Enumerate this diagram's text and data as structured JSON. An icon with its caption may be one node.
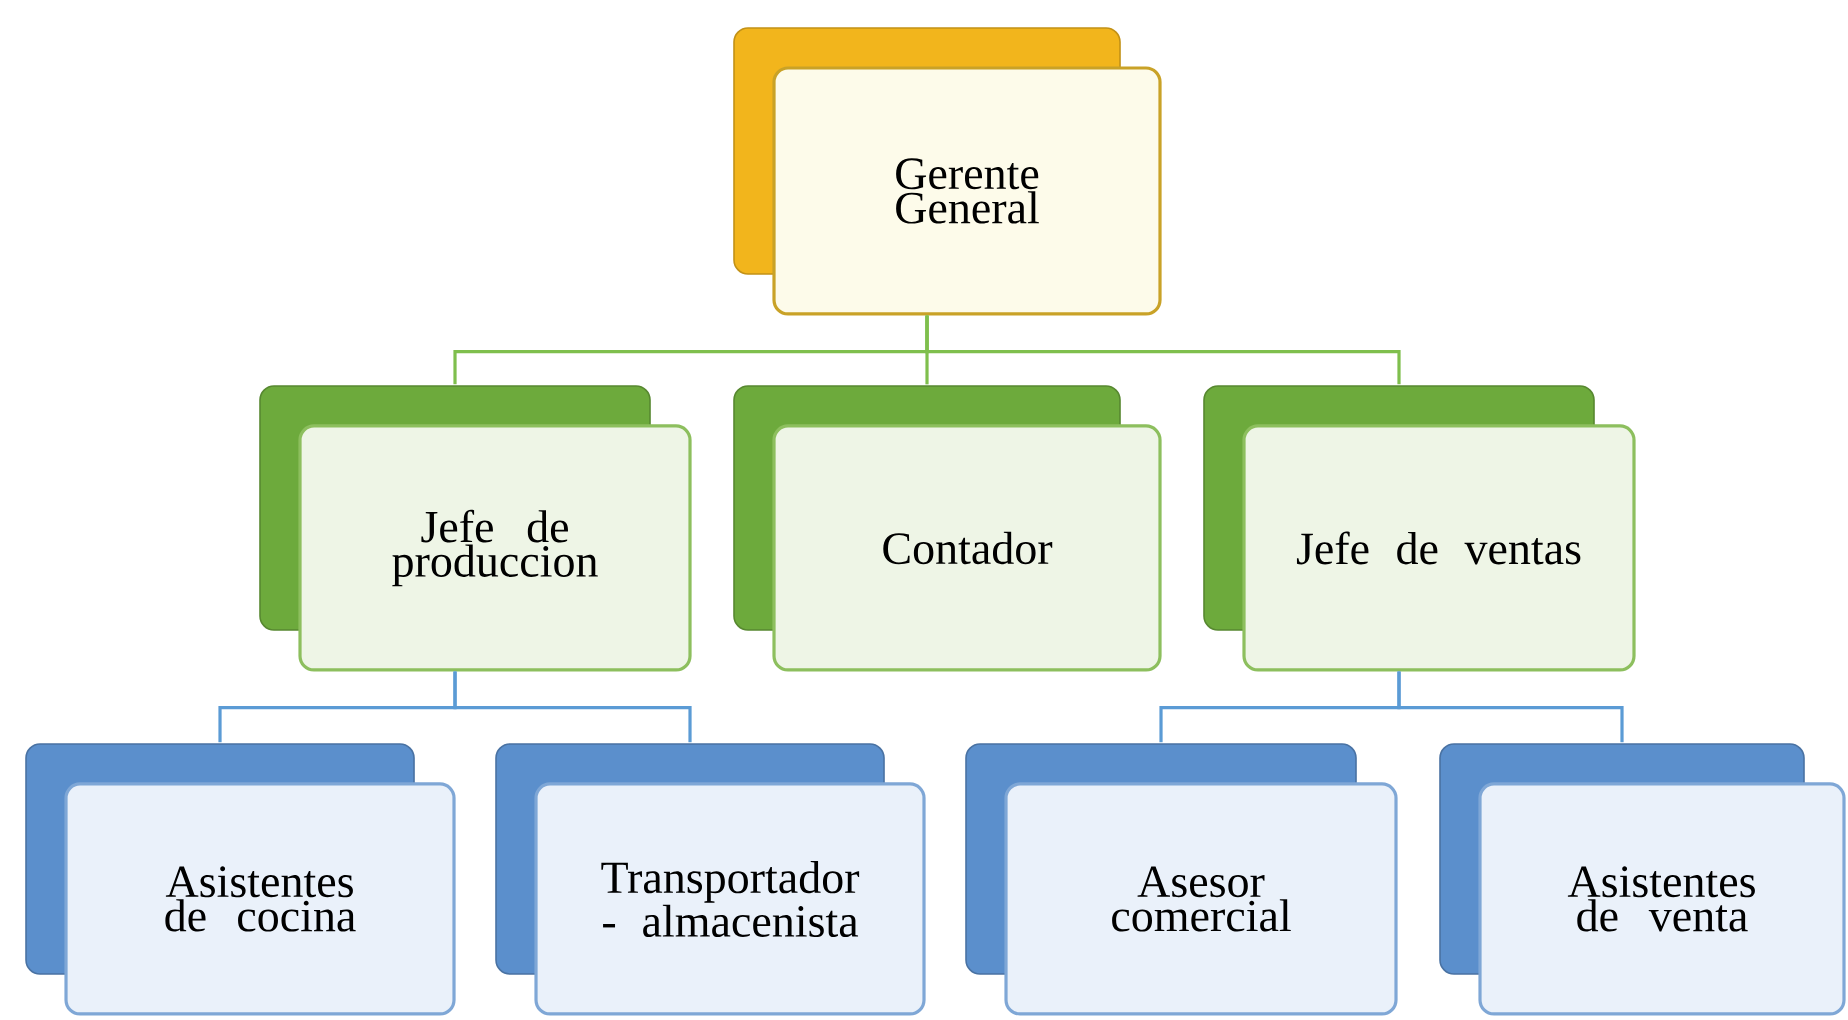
{
  "diagram": {
    "nodes": [
      {
        "text": [
          "Gerente General"
        ]
      },
      {
        "text": [
          "Jefe de produccion"
        ]
      },
      {
        "text": [
          "Contador"
        ]
      },
      {
        "text": [
          "Jefe de ventas"
        ]
      },
      {
        "text": [
          "Asistentes de cocina"
        ]
      },
      {
        "text": [
          "Transportador - almacenista"
        ]
      },
      {
        "text": [
          "Asesor comercial"
        ]
      },
      {
        "text": [
          "Asistentes de venta"
        ]
      }
    ],
    "edges": [
      {
        "from": 0,
        "to": 1,
        "arrow": "none",
        "color": "#7fbf4d"
      },
      {
        "from": 0,
        "to": 2,
        "arrow": "none",
        "color": "#7fbf4d"
      },
      {
        "from": 0,
        "to": 3,
        "arrow": "none",
        "color": "#7fbf4d"
      },
      {
        "from": 1,
        "to": 4,
        "arrow": "none"
      },
      {
        "from": 1,
        "to": 5,
        "arrow": "none"
      },
      {
        "from": 3,
        "to": 6,
        "arrow": "none"
      },
      {
        "from": 3,
        "to": 7,
        "arrow": "none"
      }
    ]
  }
}
